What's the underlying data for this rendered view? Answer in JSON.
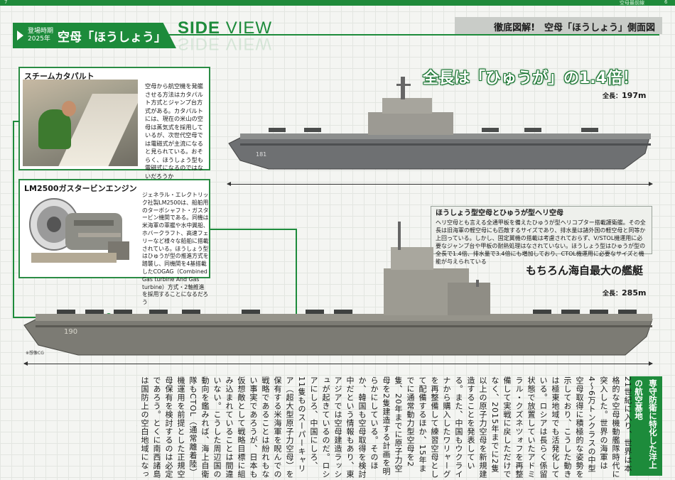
{
  "page": {
    "left_number": "7",
    "right_number": "6",
    "right_label": "空母最前線"
  },
  "header": {
    "era_label": "登場時期",
    "era_year": "2025年",
    "title": "空母「ほうしょう」",
    "side_bold": "SIDE",
    "side_light": "VIEW",
    "right_title": "徹底図解!　空母「ほうしょう」側面図"
  },
  "catapult": {
    "title": "スチームカタパルト",
    "text": "空母から航空機を発艦させる方法はカタパルト方式とジャンプ台方式がある。カタパルトには、現在の米山の空母は蒸気式を採用しているが、次世代空母では電磁式が主流になると見られている。おそらく、ほうしょう型も電磁式になるのではないだろうか"
  },
  "engine": {
    "title": "LM2500ガスタービンエンジン",
    "text": "ジェネラル・エレクトリック社製LM2500は、船舶用のターボシャフト・ガスタービン機関である。同機は米海軍の軍艦や水中翼船、ホバークラフト、高速フェリーなど様々な船舶に搭載されている。ほうしょう型はひゅうが型の推進方式を踏襲し、同機関を4基搭載したCOGAG（Combined Gas turbine And Gas turbine）方式・2軸推進を採用することになるだろう"
  },
  "hyuga": {
    "headline": "全長は「ひゅうが」の1.4倍！",
    "length_label": "全長：",
    "length_value": "197m",
    "hull_number": "181"
  },
  "comparison": {
    "title": "ほうしょう型空母とひゅうが型ヘリ空母",
    "text": "ヘリ空母とも言える全通甲板を備えたひゅうが型ヘリコプター搭載護衛艦。その全長は旧海軍の軽空母にも匹敵するサイズであり、排水量は諸外国の軽空母と同等か上回っている。しかし、固定翼機の搭載は考慮されておらず、V/STOL機運用に必要なジャンプ台や甲板の耐熱処理はなされていない。ほうしょう型はひゅうが型の全長で1.4倍、排水量で3.4倍にも増加しており、CTOL機運用に必要なサイズと機能が与えられている"
  },
  "hosho": {
    "headline": "もちろん海自最大の艦艇",
    "length_label": "全長：",
    "length_value": "285m",
    "hull_number": "190",
    "caption": "※想像CG"
  },
  "article": {
    "heading": "専守防衛に特化した洋上の航空基地",
    "body": "21世紀に入り、世界は本格的な空母機動艦隊時代に突入した。世界の海軍は4〜6万トンクラスの中型空母取得に積極的な姿勢を示しており、こうした動きは極東地域でも活発化している。ロシアは長らく係留状態で放置していたアドミラル・クズネツォフを再整備して実戦に戻しただけでなく、2015年までに2隻以上の原子力空母を新規建造することを発表している。また、中国もウクライナから購入したワリャーグを再整備して練習空母として配備するほか、15年までに通常動力型空母を2隻、20年までに原子力空母を2隻建造する計画を明らかにしている。そのほか、韓国も空母取得を検討中だという情報もあり、東アジアでは空母建造ラッシュが起きているのだ。ロシアにしろ、中国にしろ、11隻ものスーパーキャリア（超大型原子力空母）を保有する米海軍を睨んでの戦略であることは紛れもない事実であろうが、日本も仮想敵として戦略目標に組み込まれていることは間違いない。こうした周辺国の動向を鑑みれば、海上自衛隊もCTOL（通常離着陸）機運用を前提とした正規空母保有を検討するのは必定であろう。とくに南西諸島は国防上の空白地域になっている。沖縄本島から先島諸島までの距離はおよそ300㎞。東京から仙台間にも匹敵する広大なエリアに自衛隊の航空基地は存在せず、この地域を通って日中が激突するような事態が発生すれば、空母を保有しないわが国は大変に不利な立場となる。しかし、空母保有を考えるとき最も障害となるのはそのコストである。ニミッツ級のような大型空母は論外として、クイーン・エリザベス級のような6万トンクラスの通常動力型空母でも2000〜3000億円程度の建造費の2〜3倍）。これに30〜40機の艦載機を搭載すれば建造費とほぼ同じ額が掛かり、さらに年間の維持費は200〜300億円ほどが必要となる。"
  }
}
